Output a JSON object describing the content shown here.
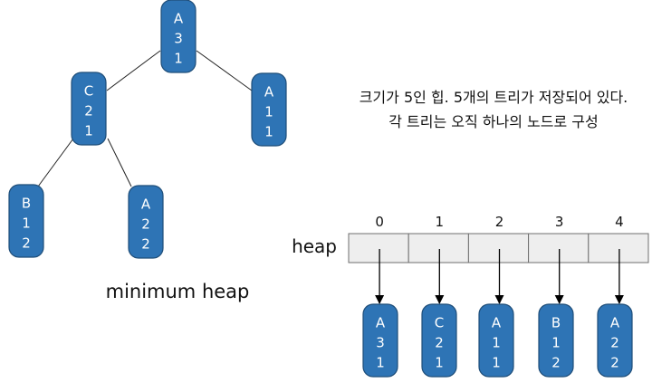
{
  "tree": {
    "caption": "minimum heap",
    "nodes": [
      {
        "id": "a31",
        "lines": [
          "A",
          "3",
          "1"
        ]
      },
      {
        "id": "c21",
        "lines": [
          "C",
          "2",
          "1"
        ]
      },
      {
        "id": "a11",
        "lines": [
          "A",
          "1",
          "1"
        ]
      },
      {
        "id": "b12",
        "lines": [
          "B",
          "1",
          "2"
        ]
      },
      {
        "id": "a22",
        "lines": [
          "A",
          "2",
          "2"
        ]
      }
    ]
  },
  "description": {
    "line1": "크기가 5인 힙. 5개의 트리가 저장되어 있다.",
    "line2": "각 트리는  오직 하나의 노드로 구성"
  },
  "heap_array": {
    "label": "heap",
    "indices": [
      "0",
      "1",
      "2",
      "3",
      "4"
    ],
    "items": [
      {
        "id": "a31",
        "lines": [
          "A",
          "3",
          "1"
        ]
      },
      {
        "id": "c21",
        "lines": [
          "C",
          "2",
          "1"
        ]
      },
      {
        "id": "a11",
        "lines": [
          "A",
          "1",
          "1"
        ]
      },
      {
        "id": "b12",
        "lines": [
          "B",
          "1",
          "2"
        ]
      },
      {
        "id": "a22",
        "lines": [
          "A",
          "2",
          "2"
        ]
      }
    ]
  },
  "colors": {
    "node_fill": "#2e74b5",
    "node_text": "#ffffff",
    "cell_fill": "#eeeeee"
  }
}
